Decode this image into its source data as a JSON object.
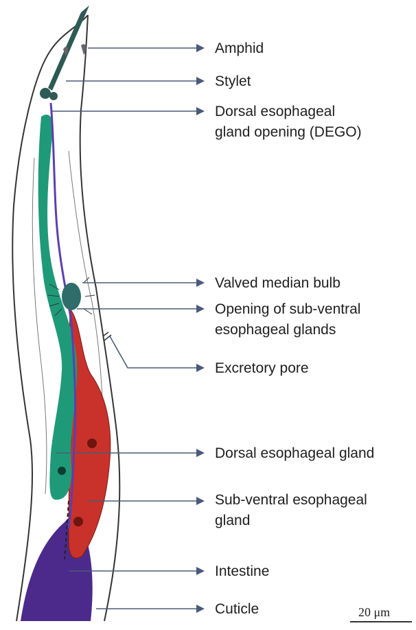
{
  "labels": {
    "amphid": "Amphid",
    "stylet": "Stylet",
    "dego_1": "Dorsal esophageal",
    "dego_2": "gland opening (DEGO)",
    "median_bulb": "Valved median bulb",
    "svg_opening_1": "Opening of sub-ventral",
    "svg_opening_2": "esophageal glands",
    "excretory_pore": "Excretory pore",
    "dorsal_gland": "Dorsal esophageal gland",
    "subventral_1": "Sub-ventral esophageal",
    "subventral_2": "gland",
    "intestine": "Intestine",
    "cuticle": "Cuticle"
  },
  "scale_bar": {
    "text": "20 μm"
  },
  "colors": {
    "arrow": "#4a5a78",
    "dorsal_gland": "#1f9a78",
    "subventral_gland": "#c8322a",
    "intestine": "#4b2a8c",
    "lumen": "#5a3fb0",
    "outline": "#333333"
  }
}
